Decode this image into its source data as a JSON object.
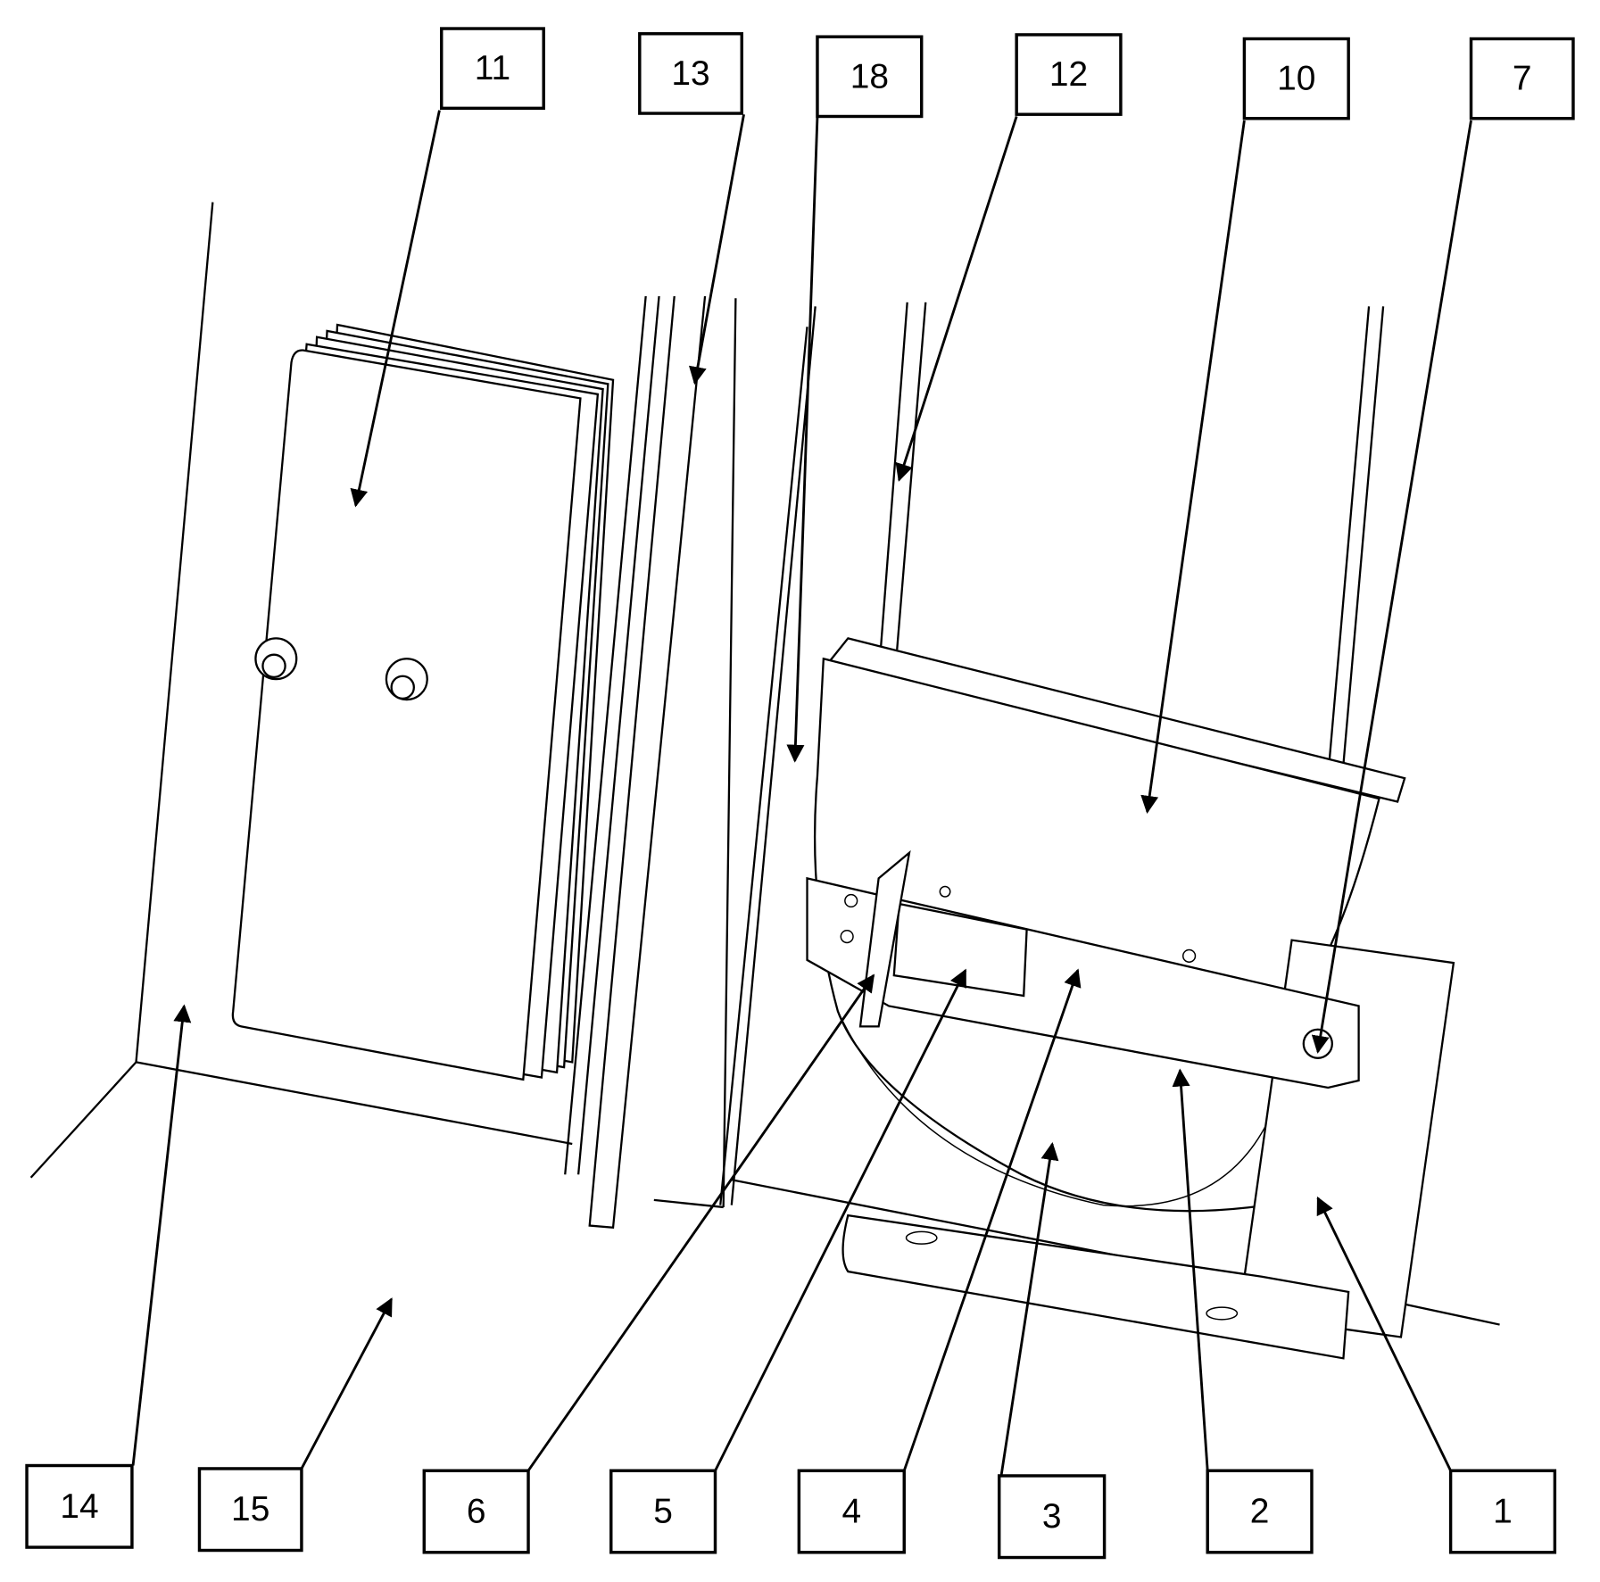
{
  "figure": {
    "reference_labels": [
      "11",
      "13",
      "18",
      "12",
      "10",
      "7",
      "14",
      "15",
      "6",
      "5",
      "4",
      "3",
      "2",
      "1"
    ]
  }
}
